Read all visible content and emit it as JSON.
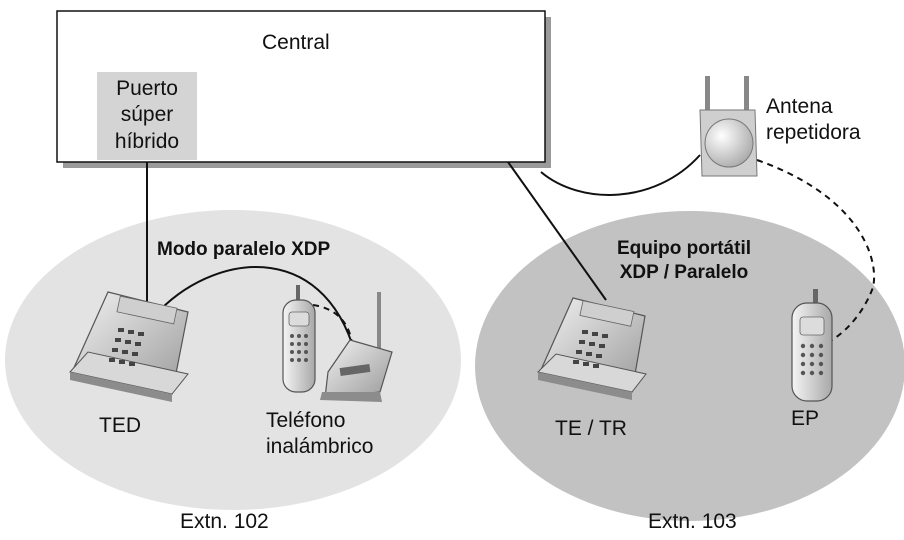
{
  "central": {
    "title": "Central"
  },
  "port": {
    "line1": "Puerto",
    "line2": "súper",
    "line3": "híbrido"
  },
  "antenna": {
    "line1": "Antena",
    "line2": "repetidora",
    "icon": "antenna-icon"
  },
  "left_group": {
    "mode_label": "Modo paralelo XDP",
    "phone_label": "TED",
    "cordless_line1": "Teléfono",
    "cordless_line2": "inalámbrico",
    "extension": "Extn. 102"
  },
  "right_group": {
    "mode_line1": "Equipo portátil",
    "mode_line2": "XDP / Paralelo",
    "phone_label": "TE / TR",
    "portable_label": "EP",
    "extension": "Extn. 103"
  },
  "colors": {
    "left_ellipse": "#e3e3e3",
    "right_ellipse": "#c2c2c2",
    "port_box": "#d4d4d4",
    "line": "#111111"
  }
}
